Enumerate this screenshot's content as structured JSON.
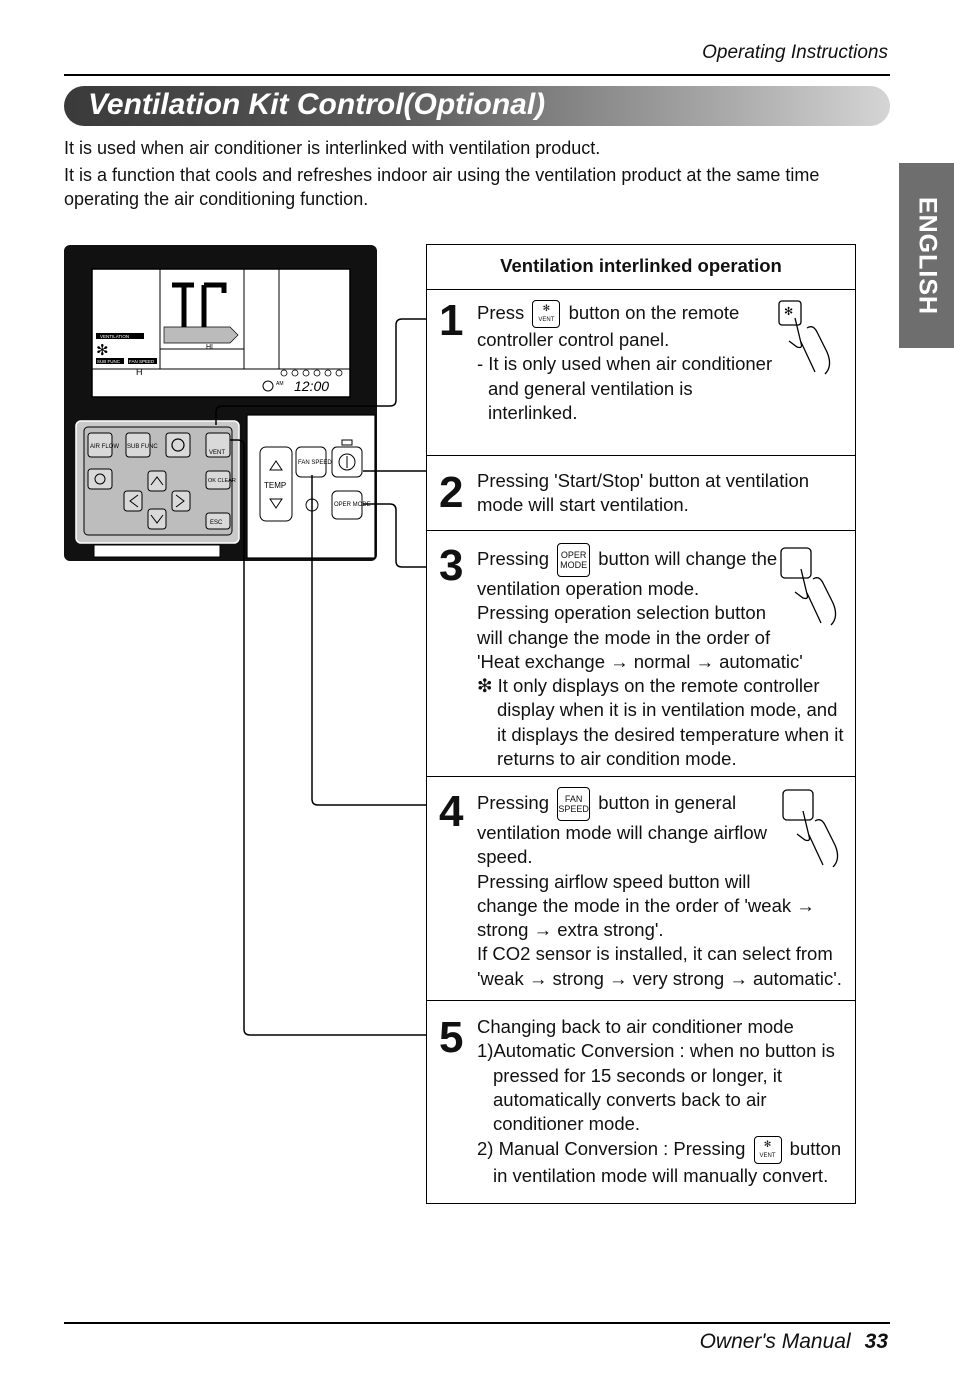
{
  "header": {
    "section": "Operating Instructions"
  },
  "title": "Ventilation Kit Control(Optional)",
  "intro": [
    "It is used when air conditioner is interlinked with ventilation product.",
    "It is a function that cools and refreshes indoor air using the ventilation product at the same time operating the air conditioning function."
  ],
  "side_tab": "ENGLISH",
  "remote": {
    "display": {
      "vent_label": "VENTILATION",
      "sub_func": "SUB FUNC",
      "fan_speed": "FAN SPEED",
      "h": "H",
      "hi": "HI",
      "am": "AM",
      "time": "12:00"
    },
    "left_buttons": {
      "air_flow": "AIR FLOW",
      "sub_func": "SUB FUNC",
      "vent": "VENT",
      "ok_clear": "OK CLEAR",
      "esc": "ESC"
    },
    "right_buttons": {
      "fan_speed": "FAN SPEED",
      "oper_mode": "OPER MODE",
      "temp": "TEMP"
    }
  },
  "table": {
    "header": "Ventilation interlinked operation",
    "buttons": {
      "vent": "VENT",
      "oper": "OPER",
      "mode": "MODE",
      "fan": "FAN",
      "speed": "SPEED"
    },
    "steps": [
      {
        "num": "1",
        "lines": [
          "Press",
          "button on the remote",
          "controller control panel.",
          "- It is only used when air conditioner",
          "and general ventilation is",
          "interlinked."
        ]
      },
      {
        "num": "2",
        "lines": [
          "Pressing 'Start/Stop' button at ventilation",
          "mode will start ventilation."
        ]
      },
      {
        "num": "3",
        "lines": [
          "Pressing",
          "button will change the",
          "ventilation operation mode.",
          "Pressing operation selection button",
          "will change the mode in the order of",
          "'Heat exchange → normal → automatic'",
          "❇ It only displays on the remote controller display when it is in ventilation mode, and it displays the desired temperature when it returns to air condition mode."
        ]
      },
      {
        "num": "4",
        "lines": [
          "Pressing",
          "button in general",
          "ventilation mode will change airflow",
          "speed.",
          "Pressing airflow speed button will",
          "change the mode in the order of 'weak →",
          "strong → extra strong'.",
          "If CO2 sensor is installed, it can select from",
          "'weak → strong → very strong → automatic'."
        ]
      },
      {
        "num": "5",
        "lines": [
          "Changing back to air conditioner mode",
          "1)Automatic Conversion : when no button is pressed for 15 seconds or longer, it automatically converts back to air conditioner mode.",
          "2) Manual Conversion : Pressing",
          "button",
          "in ventilation mode will manually convert."
        ]
      }
    ]
  },
  "footer": {
    "label": "Owner's Manual",
    "page": "33"
  }
}
